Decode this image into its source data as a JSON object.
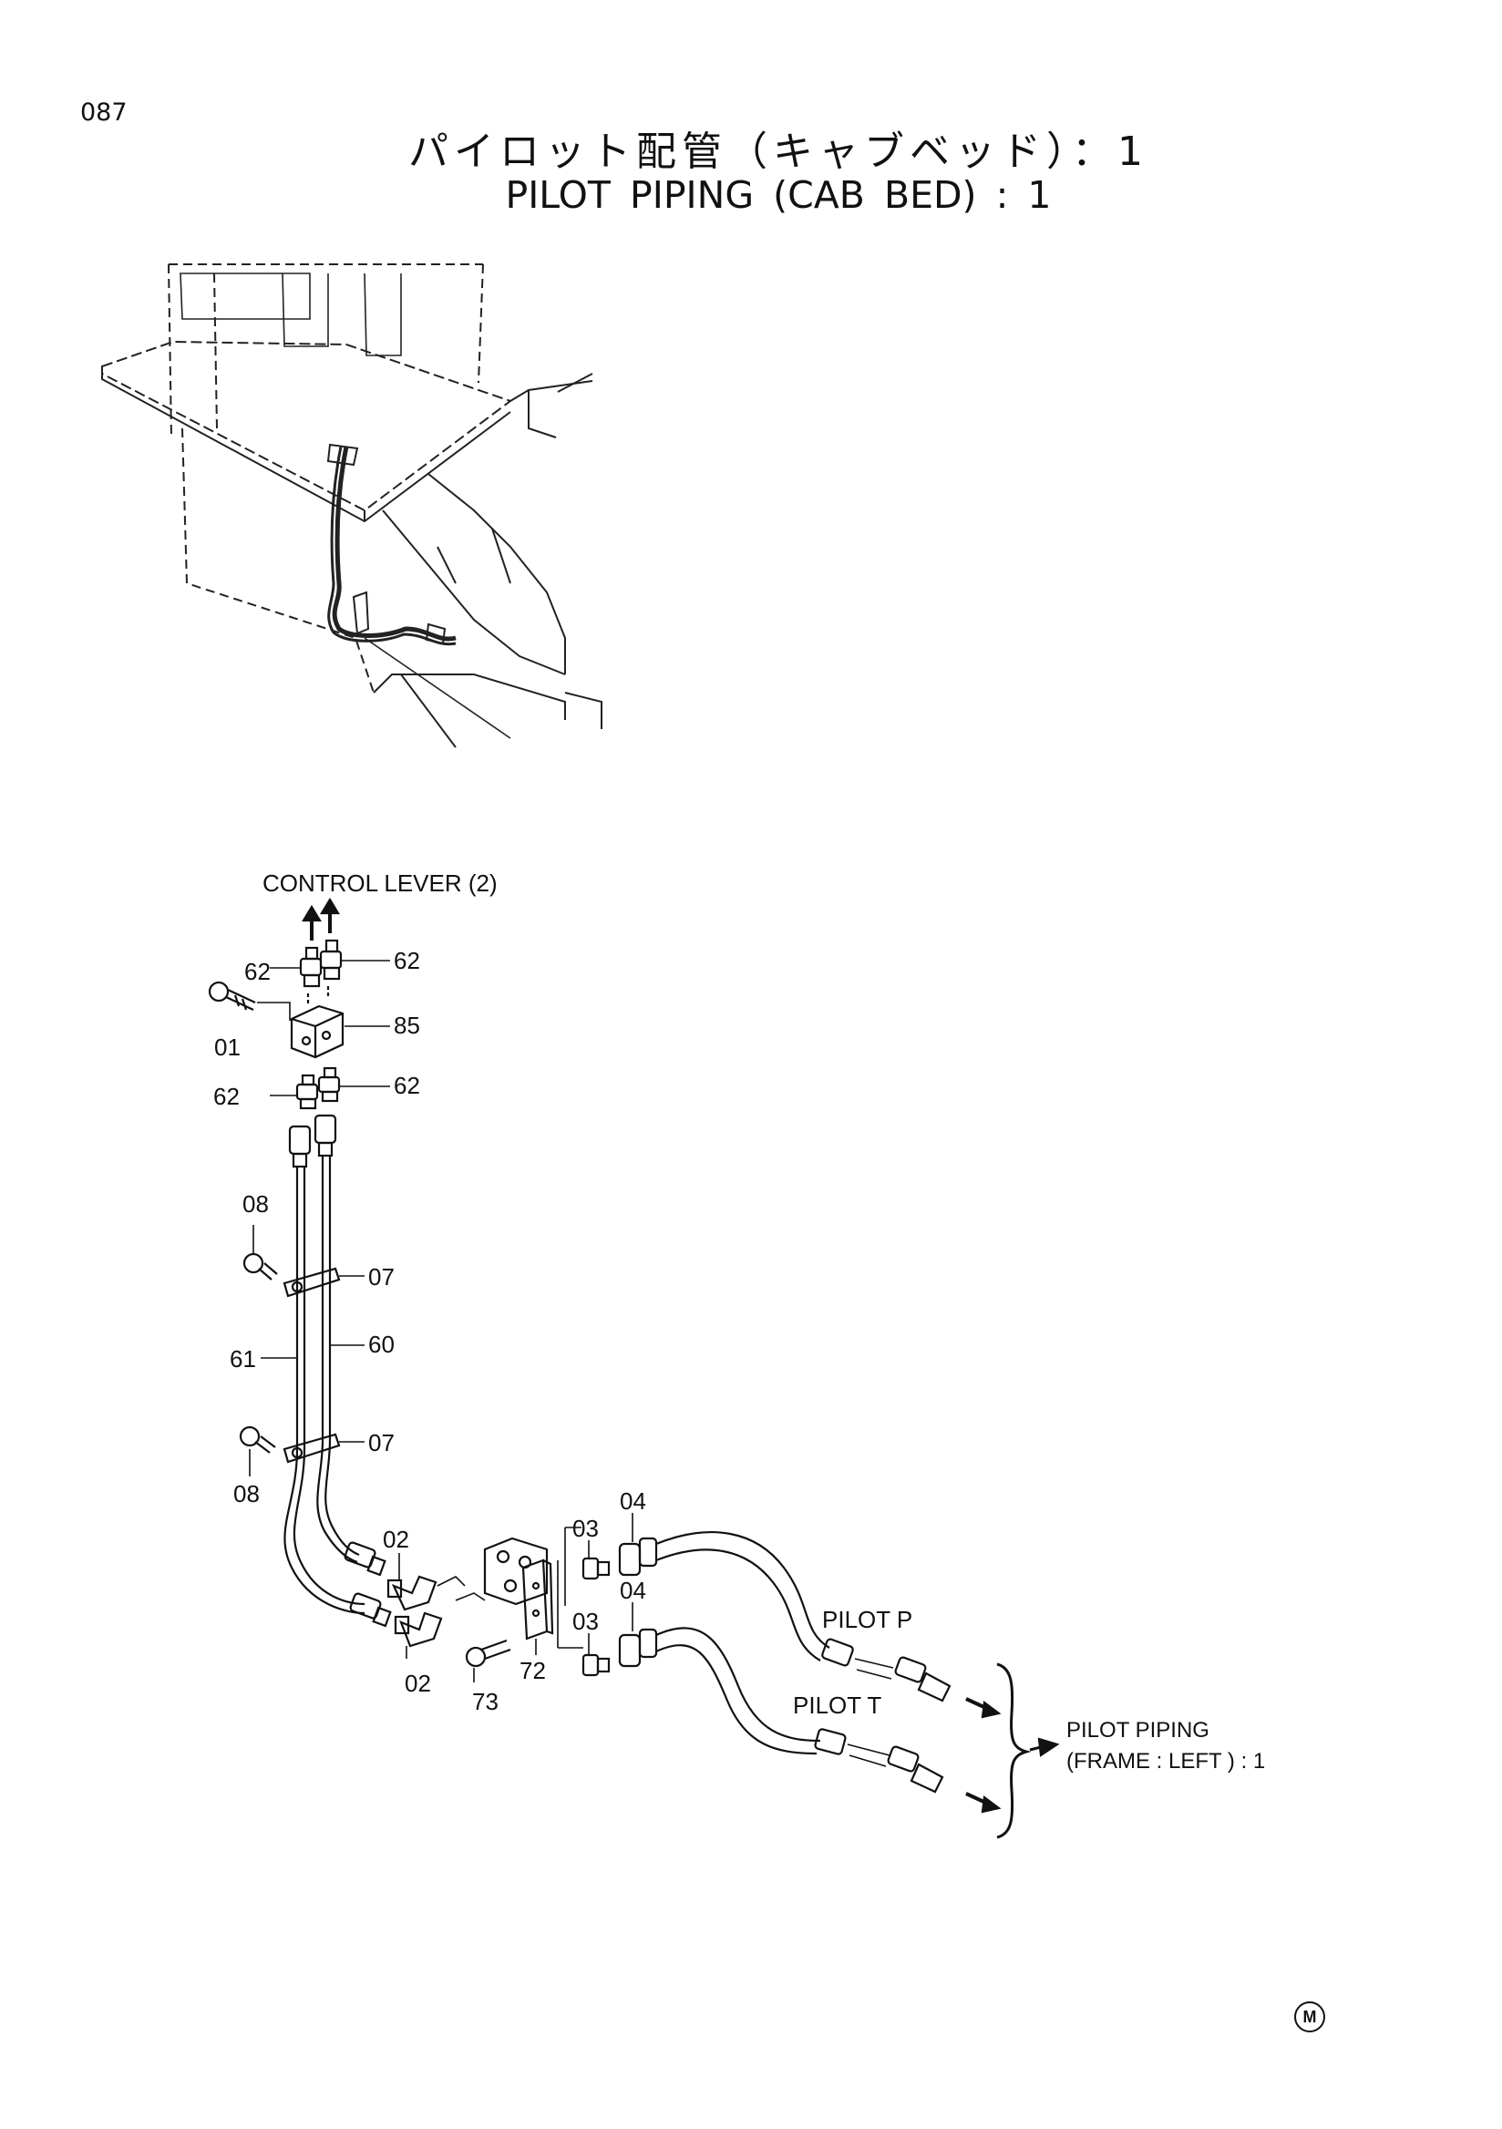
{
  "page_number": "087",
  "title_jp": "パイロット配管（キャブベッド）：1",
  "title_en": "PILOT PIPING (CAB BED) : 1",
  "labels": {
    "control_lever": "CONTROL LEVER (2)",
    "pilot_p": "PILOT P",
    "pilot_t": "PILOT T",
    "pilot_piping_line1": "PILOT PIPING",
    "pilot_piping_line2": "(FRAME : LEFT ) : 1"
  },
  "parts": {
    "p62_a": "62",
    "p62_b": "62",
    "p62_c": "62",
    "p62_d": "62",
    "p85": "85",
    "p01": "01",
    "p08_a": "08",
    "p08_b": "08",
    "p07_a": "07",
    "p07_b": "07",
    "p60": "60",
    "p61": "61",
    "p02_a": "02",
    "p02_b": "02",
    "p03_a": "03",
    "p03_b": "03",
    "p04_a": "04",
    "p04_b": "04",
    "p72": "72",
    "p73": "73"
  },
  "footer_mark": "M"
}
